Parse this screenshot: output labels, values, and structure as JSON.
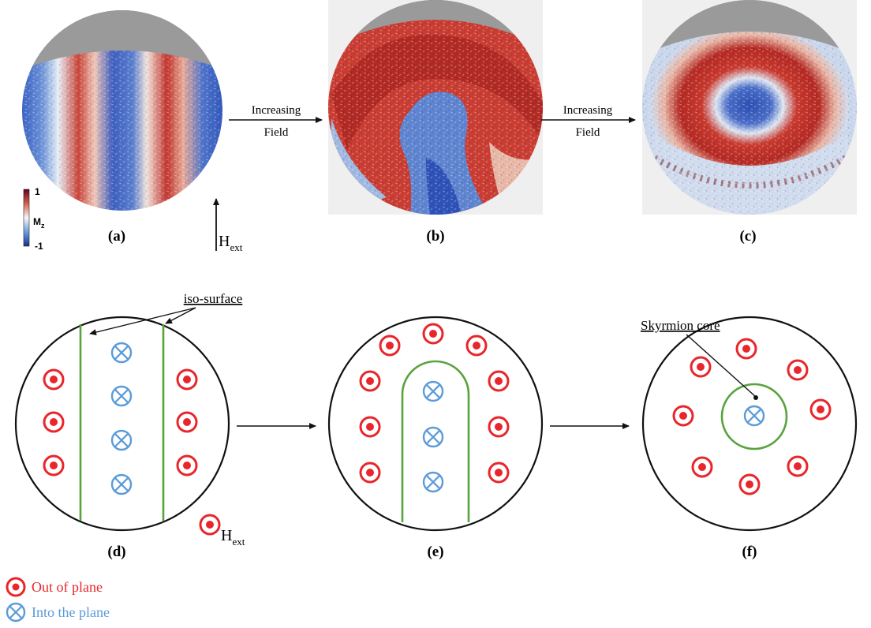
{
  "panels": {
    "a": "(a)",
    "b": "(b)",
    "c": "(c)",
    "d": "(d)",
    "e": "(e)",
    "f": "(f)"
  },
  "colorbar": {
    "max": "1",
    "min": "-1",
    "label_main": "M",
    "label_sub": "z"
  },
  "field": {
    "arrow1_line1": "Increasing",
    "arrow1_line2": "Field",
    "arrow2_line1": "Increasing",
    "arrow2_line2": "Field",
    "hext_main": "H",
    "hext_sub": "ext",
    "hext2_main": "H",
    "hext2_sub": "ext"
  },
  "annotations": {
    "iso_surface": "iso-surface",
    "skyrmion_core": "Skyrmion core"
  },
  "legend": {
    "out_of_plane": "Out of plane",
    "into_plane": "Into the plane"
  },
  "colors": {
    "red": "#e8262b",
    "blue": "#5b9bd8",
    "green": "#58a33d",
    "deep_red": "#b2182b",
    "deep_blue": "#2a4fb5",
    "grey": "#9a9a9a"
  }
}
